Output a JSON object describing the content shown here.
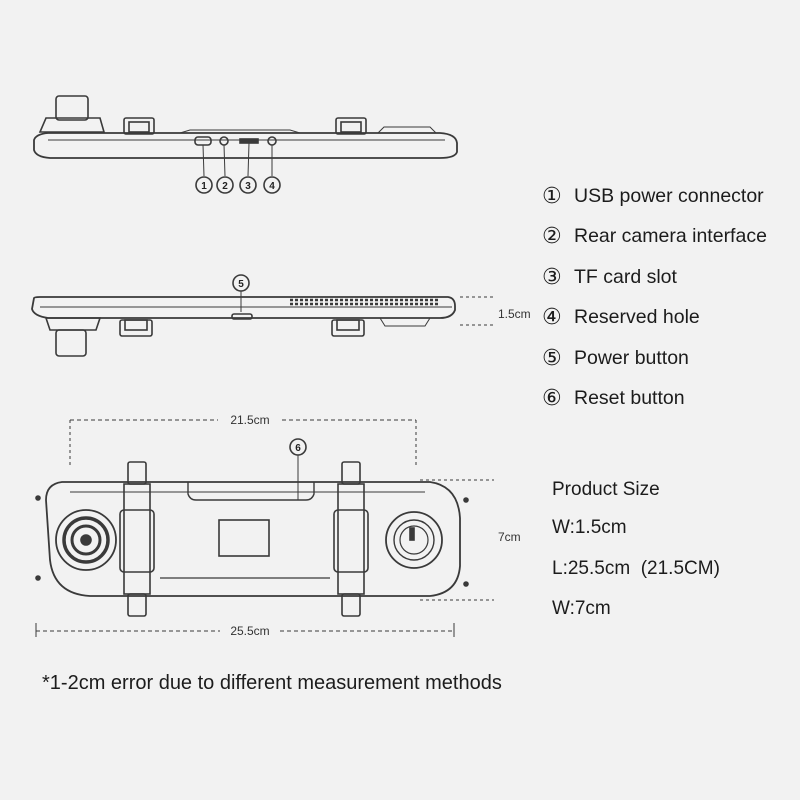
{
  "legend": [
    {
      "num": "①",
      "label": "USB power connector"
    },
    {
      "num": "②",
      "label": "Rear camera interface"
    },
    {
      "num": "③",
      "label": "TF card slot"
    },
    {
      "num": "④",
      "label": "Reserved hole"
    },
    {
      "num": "⑤",
      "label": "Power button"
    },
    {
      "num": "⑥",
      "label": "Reset button"
    }
  ],
  "callouts": {
    "c1": "1",
    "c2": "2",
    "c3": "3",
    "c4": "4",
    "c5": "5",
    "c6": "6"
  },
  "dimensions": {
    "thickness": "1.5cm",
    "inner_length": "21.5cm",
    "height": "7cm",
    "length": "25.5cm"
  },
  "spec": {
    "title": "Product Size",
    "lines": [
      "W:1.5cm",
      "L:25.5cm  (21.5CM)",
      "W:7cm"
    ]
  },
  "footnote": "*1-2cm error due to different measurement methods"
}
